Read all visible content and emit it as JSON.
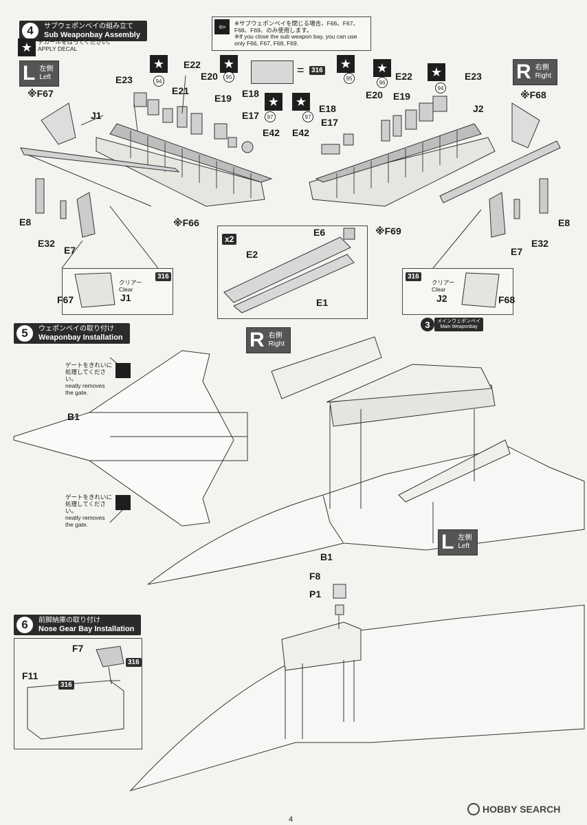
{
  "step4": {
    "num": "4",
    "title_jp": "サブウェポンベイの組み立て",
    "title_en": "Sub Weaponbay Assembly",
    "decal_note_jp": "デカールをはってください。",
    "decal_note_en": "APPLY DECAL",
    "close_note_jp": "※サブウェポンベイを閉じる場合、F66、F67、F68、F69、のみ使用します。",
    "close_note_en": "※If you close the sub weapon bay, you can use only F66, F67, F68, F69."
  },
  "left": {
    "letter": "L",
    "jp": "左側",
    "en": "Left"
  },
  "right": {
    "letter": "R",
    "jp": "右側",
    "en": "Right"
  },
  "paint_code": "316",
  "decals": {
    "d94": "94",
    "d95": "95",
    "d96": "96",
    "d97": "97"
  },
  "x2": "x2",
  "parts": {
    "E23": "E23",
    "E22": "E22",
    "E21": "E21",
    "E20": "E20",
    "E19": "E19",
    "E18": "E18",
    "E17": "E17",
    "E42": "E42",
    "F67": "※F67",
    "F68": "※F68",
    "F66": "※F66",
    "F69": "※F69",
    "J1": "J1",
    "J2": "J2",
    "E8": "E8",
    "E32": "E32",
    "E7": "E7",
    "E6": "E6",
    "E2": "E2",
    "E1": "E1",
    "F67b": "F67",
    "F68b": "F68",
    "J1b": "J1",
    "J2b": "J2",
    "B1": "B1",
    "F8": "F8",
    "P1": "P1",
    "F7": "F7",
    "F11": "F11"
  },
  "clear": {
    "jp": "クリアー",
    "en": "Clear"
  },
  "step5": {
    "num": "5",
    "title_jp": "ウェポンベイの取り付け",
    "title_en": "Weaponbay Installation",
    "gate_jp": "ゲートをきれいに処理してください。",
    "gate_en": "neatly removes the gate.",
    "main_bay_num": "3",
    "main_bay_jp": "メインウェポンベイ",
    "main_bay_en": "Main Weaponbay"
  },
  "step6": {
    "num": "6",
    "title_jp": "前脚納庫の取り付け",
    "title_en": "Nose Gear Bay Installation"
  },
  "watermark": "HOBBY SEARCH",
  "page_number": "4"
}
